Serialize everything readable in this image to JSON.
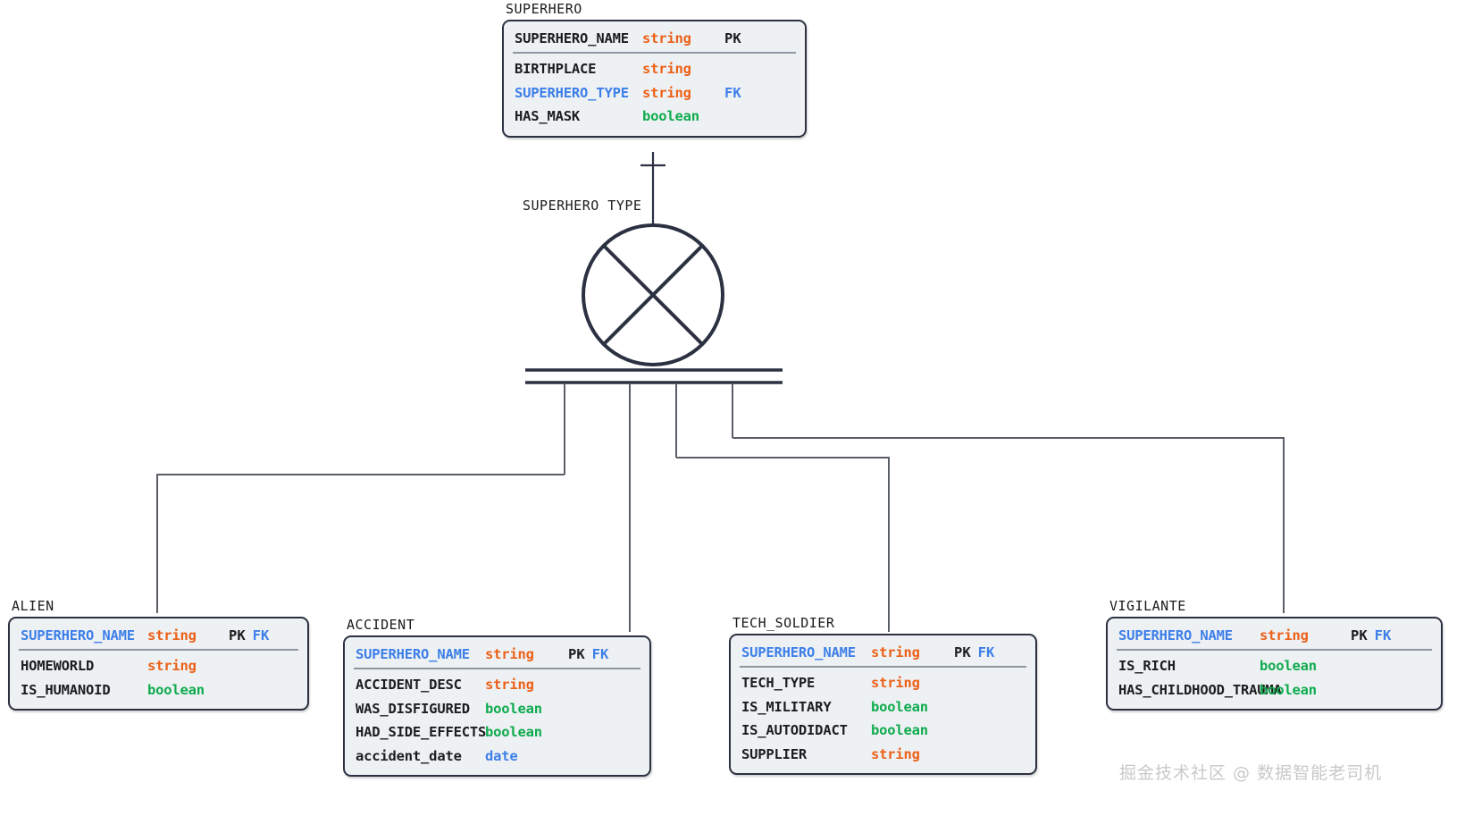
{
  "diagram": {
    "type": "er-diagram",
    "notation": "chen-specialization",
    "relationship": {
      "label": "SUPERHERO TYPE",
      "symbol": "disjoint-circle-x",
      "participation": "total-double-line"
    },
    "colors": {
      "box_fill": "#eef1f4",
      "box_border": "#2b3141",
      "type_string": "#ec6118",
      "type_boolean": "#0eab4e",
      "type_date": "#3d7fe8",
      "key_blue": "#3d7fe8",
      "text": "#1d1d1d",
      "line": "#5a5f66"
    },
    "watermark": "掘金技术社区 @ 数据智能老司机"
  },
  "entities": [
    {
      "name": "SUPERHERO",
      "pk_rows": [
        {
          "column": "SUPERHERO_NAME",
          "type": "string",
          "type_class": "t-string",
          "keys": [
            "PK"
          ],
          "is_fk_name": false
        }
      ],
      "rows": [
        {
          "column": "BIRTHPLACE",
          "type": "string",
          "type_class": "t-string",
          "keys": [],
          "is_fk_name": false
        },
        {
          "column": "SUPERHERO_TYPE",
          "type": "string",
          "type_class": "t-string",
          "keys": [
            "FK"
          ],
          "is_fk_name": true
        },
        {
          "column": "HAS_MASK",
          "type": "boolean",
          "type_class": "t-boolean",
          "keys": [],
          "is_fk_name": false
        }
      ]
    },
    {
      "name": "ALIEN",
      "pk_rows": [
        {
          "column": "SUPERHERO_NAME",
          "type": "string",
          "type_class": "t-string",
          "keys": [
            "PK",
            "FK"
          ],
          "is_fk_name": true
        }
      ],
      "rows": [
        {
          "column": "HOMEWORLD",
          "type": "string",
          "type_class": "t-string",
          "keys": [],
          "is_fk_name": false
        },
        {
          "column": "IS_HUMANOID",
          "type": "boolean",
          "type_class": "t-boolean",
          "keys": [],
          "is_fk_name": false
        }
      ]
    },
    {
      "name": "ACCIDENT",
      "pk_rows": [
        {
          "column": "SUPERHERO_NAME",
          "type": "string",
          "type_class": "t-string",
          "keys": [
            "PK",
            "FK"
          ],
          "is_fk_name": true
        }
      ],
      "rows": [
        {
          "column": "ACCIDENT_DESC",
          "type": "string",
          "type_class": "t-string",
          "keys": [],
          "is_fk_name": false
        },
        {
          "column": "WAS_DISFIGURED",
          "type": "boolean",
          "type_class": "t-boolean",
          "keys": [],
          "is_fk_name": false
        },
        {
          "column": "HAD_SIDE_EFFECTS",
          "type": "boolean",
          "type_class": "t-boolean",
          "keys": [],
          "is_fk_name": false
        },
        {
          "column": "accident_date",
          "type": "date",
          "type_class": "t-date",
          "keys": [],
          "is_fk_name": false
        }
      ]
    },
    {
      "name": "TECH_SOLDIER",
      "pk_rows": [
        {
          "column": "SUPERHERO_NAME",
          "type": "string",
          "type_class": "t-string",
          "keys": [
            "PK",
            "FK"
          ],
          "is_fk_name": true
        }
      ],
      "rows": [
        {
          "column": "TECH_TYPE",
          "type": "string",
          "type_class": "t-string",
          "keys": [],
          "is_fk_name": false
        },
        {
          "column": "IS_MILITARY",
          "type": "boolean",
          "type_class": "t-boolean",
          "keys": [],
          "is_fk_name": false
        },
        {
          "column": "IS_AUTODIDACT",
          "type": "boolean",
          "type_class": "t-boolean",
          "keys": [],
          "is_fk_name": false
        },
        {
          "column": "SUPPLIER",
          "type": "string",
          "type_class": "t-string",
          "keys": [],
          "is_fk_name": false
        }
      ]
    },
    {
      "name": "VIGILANTE",
      "pk_rows": [
        {
          "column": "SUPERHERO_NAME",
          "type": "string",
          "type_class": "t-string",
          "keys": [
            "PK",
            "FK"
          ],
          "is_fk_name": true
        }
      ],
      "rows": [
        {
          "column": "IS_RICH",
          "type": "boolean",
          "type_class": "t-boolean",
          "keys": [],
          "is_fk_name": false
        },
        {
          "column": "HAS_CHILDHOOD_TRAUMA",
          "type": "boolean",
          "type_class": "t-boolean",
          "keys": [],
          "is_fk_name": false
        }
      ]
    }
  ]
}
